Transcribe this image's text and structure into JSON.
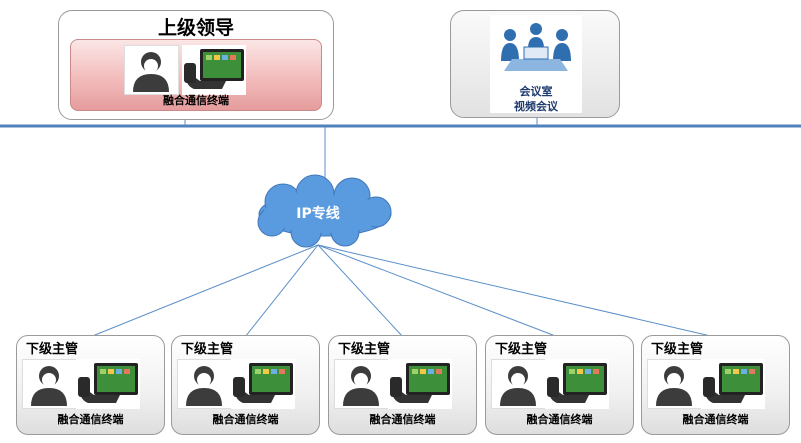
{
  "leader": {
    "title": "上级领导",
    "terminal_label": "融合通信终端"
  },
  "meeting_room": {
    "line1": "会议室",
    "line2": "视频会议"
  },
  "network": {
    "label": "IP专线"
  },
  "subordinates": [
    {
      "title": "下级主管",
      "terminal_label": "融合通信终端"
    },
    {
      "title": "下级主管",
      "terminal_label": "融合通信终端"
    },
    {
      "title": "下级主管",
      "terminal_label": "融合通信终端"
    },
    {
      "title": "下级主管",
      "terminal_label": "融合通信终端"
    },
    {
      "title": "下级主管",
      "terminal_label": "融合通信终端"
    }
  ],
  "colors": {
    "line": "#5b8fc9",
    "backbone": "#4f81bd",
    "cloud": "#4f8fd6",
    "leader_fill": "#f3bcbc"
  },
  "icons": [
    "person-avatar-icon",
    "video-phone-icon",
    "conference-room-icon",
    "cloud-icon"
  ]
}
